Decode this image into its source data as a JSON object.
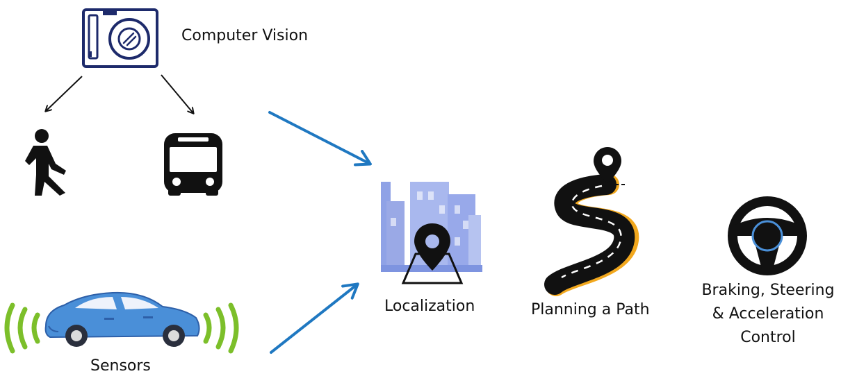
{
  "labels": {
    "computer_vision": "Computer Vision",
    "sensors": "Sensors",
    "localization": "Localization",
    "planning": "Planning a Path",
    "control_line1": "Braking, Steering",
    "control_line2": "& Acceleration",
    "control_line3": "Control"
  },
  "icons": {
    "camera": "camera-icon",
    "pedestrian": "pedestrian-icon",
    "bus": "bus-icon",
    "car": "car-icon",
    "signal": "signal-waves-icon",
    "city": "city-location-icon",
    "road": "winding-road-icon",
    "steering": "steering-wheel-icon"
  },
  "colors": {
    "flow_arrow": "#1f78c1",
    "car_body": "#4a8fd8",
    "signal_waves": "#7cbf2a",
    "city_buildings": "#8fa2e6",
    "road_edge": "#f2a81e",
    "steering_hub": "#4a90d9"
  }
}
